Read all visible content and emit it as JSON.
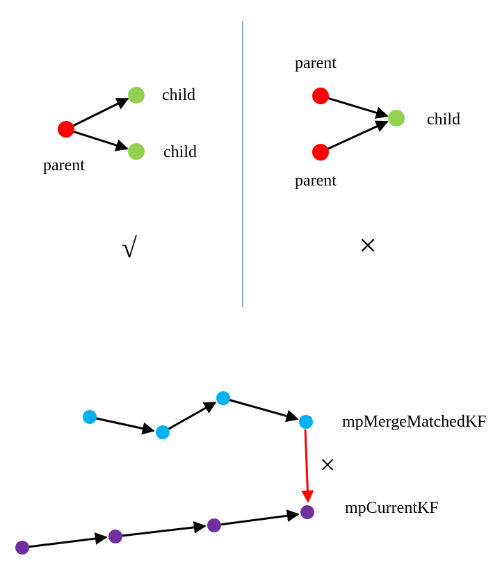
{
  "top_left": {
    "labels": {
      "child_1": "child",
      "child_2": "child",
      "parent": "parent"
    },
    "verdict": "√"
  },
  "top_right": {
    "labels": {
      "parent_1": "parent",
      "parent_2": "parent",
      "child": "child"
    },
    "verdict": "×"
  },
  "bottom": {
    "labels": {
      "merge_kf": "mpMergeMatchedKF",
      "current_kf": "mpCurrentKF"
    },
    "link_verdict": "×"
  },
  "colors": {
    "parent": "#ff0000",
    "child": "#92d050",
    "merge_chain": "#00b0f0",
    "current_chain": "#7030a0",
    "edge": "#000000",
    "bad_link": "#ff0000",
    "verdict_mark": "#ff0000",
    "divider": "#4472c4"
  }
}
